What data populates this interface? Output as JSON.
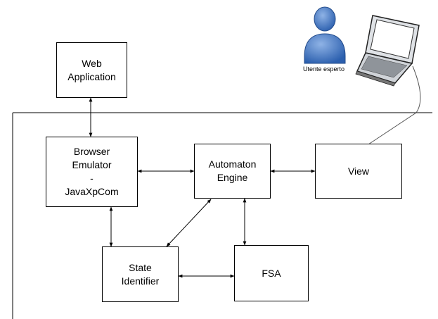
{
  "boxes": {
    "web_application": [
      "Web",
      "Application"
    ],
    "browser_emulator": [
      "Browser",
      "Emulator",
      "-",
      "JavaXpCom"
    ],
    "automaton_engine": [
      "Automaton",
      "Engine"
    ],
    "view": [
      "View"
    ],
    "state_identifier": [
      "State",
      "Identifier"
    ],
    "fsa": [
      "FSA"
    ]
  },
  "user_caption": "Utente esperto",
  "icons": {
    "user": "person-icon",
    "computer": "laptop-icon"
  }
}
